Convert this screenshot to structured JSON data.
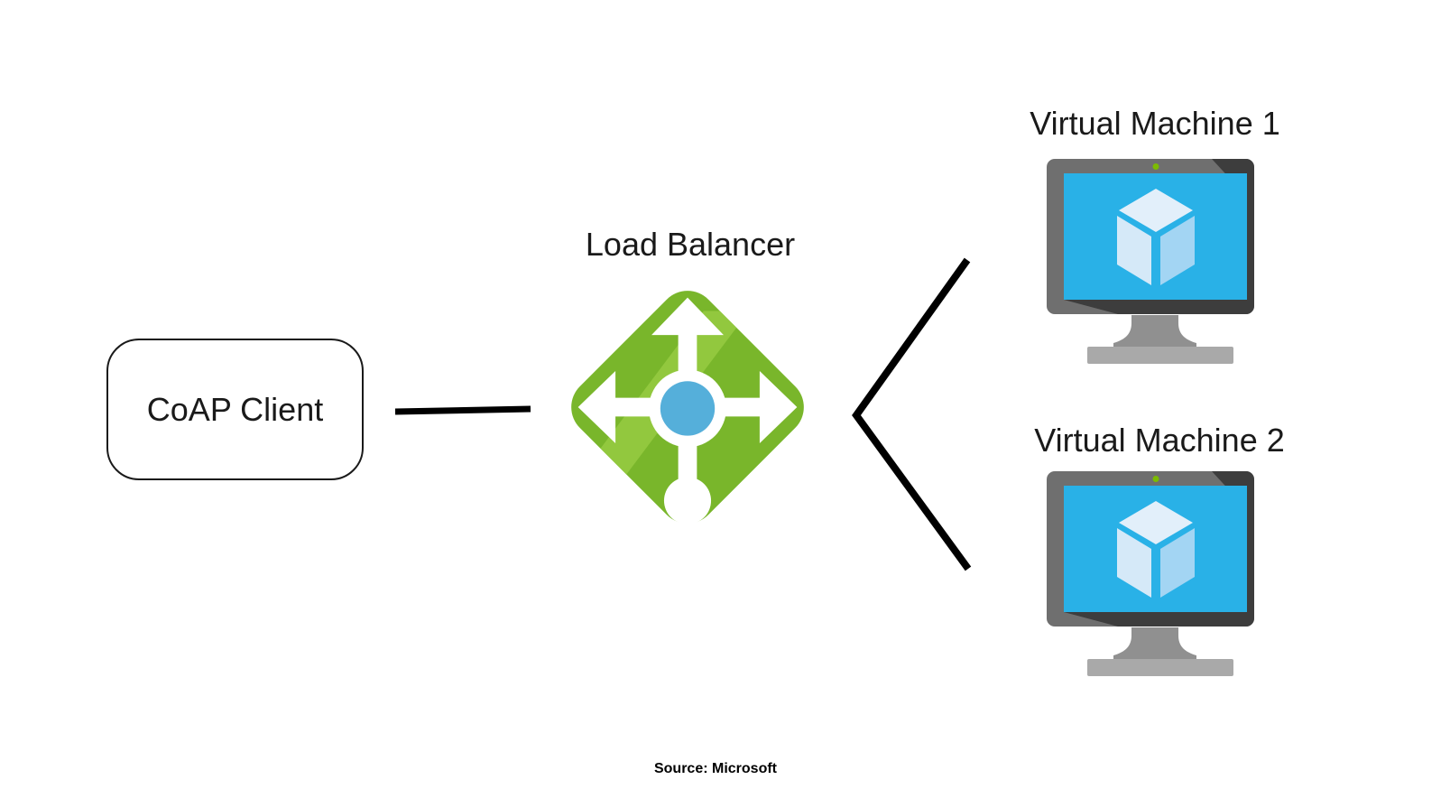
{
  "diagram": {
    "client_label": "CoAP Client",
    "lb_label": "Load Balancer",
    "vm1_label": "Virtual Machine 1",
    "vm2_label": "Virtual Machine 2",
    "source_note": "Source: Microsoft"
  },
  "icons": {
    "load_balancer": "azure-load-balancer-icon",
    "virtual_machine": "azure-virtual-machine-monitor-icon"
  },
  "colors": {
    "text": "#1A1A1A",
    "connector_black": "#000000",
    "box_border": "#1A1A1A",
    "white": "#FFFFFF",
    "lb_green": "#79B62B",
    "lb_green_light": "#92C83E",
    "lb_center_blue": "#55AFDA",
    "monitor_gray": "#6F6F6F",
    "monitor_dark": "#3D3D3D",
    "screen_cyan": "#29B1E7",
    "cube_top": "#E2EFFA",
    "cube_left": "#D5E9F8",
    "cube_right": "#A3D5F3",
    "stand_gray": "#909090",
    "base_gray": "#A9A9A9",
    "power_dot_green": "#7CBB00"
  }
}
